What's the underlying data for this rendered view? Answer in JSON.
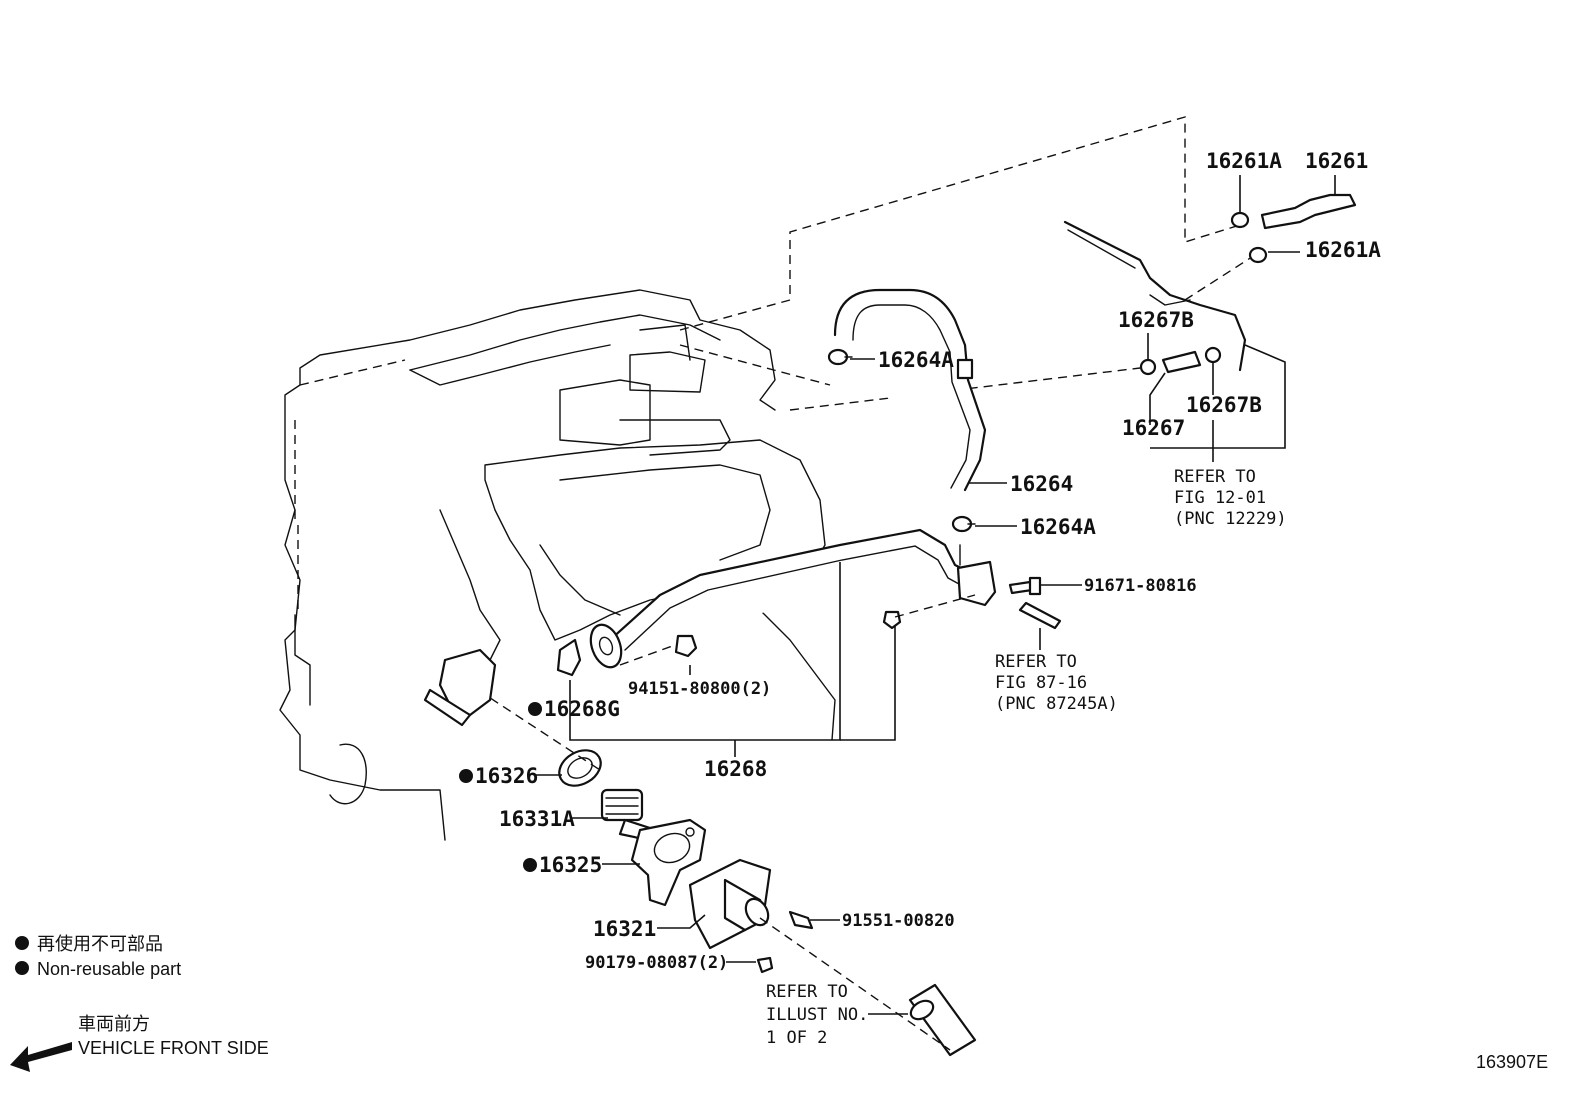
{
  "callouts": {
    "p16261A_top": "16261A",
    "p16261": "16261",
    "p16261A_right": "16261A",
    "p16267B_top": "16267B",
    "p16267B_bottom": "16267B",
    "p16267": "16267",
    "p16264A_top": "16264A",
    "p16264": "16264",
    "p16264A_mid": "16264A",
    "p91671": "91671-80816",
    "p94151": "94151-80800(2)",
    "p16268G": "16268G",
    "p16268": "16268",
    "p16326": "16326",
    "p16331A": "16331A",
    "p16325": "16325",
    "p16321": "16321",
    "p91551": "91551-00820",
    "p90179": "90179-08087(2)"
  },
  "references": {
    "ref1": {
      "line1": "REFER TO",
      "line2": "FIG 12-01",
      "line3": "(PNC 12229)"
    },
    "ref2": {
      "line1": "REFER TO",
      "line2": "FIG 87-16",
      "line3": "(PNC 87245A)"
    },
    "ref3": {
      "line1": "REFER TO",
      "line2": "ILLUST NO.",
      "line3": "1 OF 2"
    }
  },
  "legend": {
    "jp": "再使用不可部品",
    "en": "Non-reusable part"
  },
  "direction": {
    "jp": "車両前方",
    "en": "VEHICLE FRONT SIDE"
  },
  "figure_id": "163907E"
}
